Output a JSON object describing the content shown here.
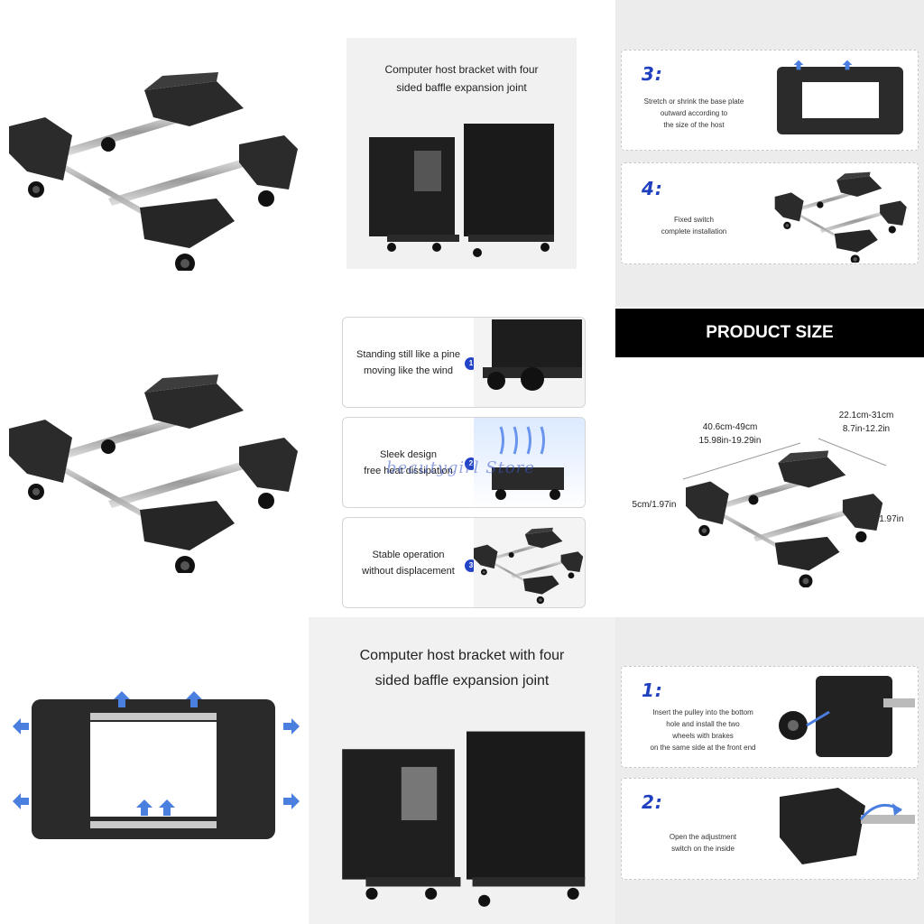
{
  "top_card": {
    "title_line1": "Computer host bracket with four",
    "title_line2": "sided baffle expansion joint"
  },
  "steps_top": [
    {
      "num": "3:",
      "text_line1": "Stretch or shrink the base plate",
      "text_line2": "outward according to",
      "text_line3": "the size of the host"
    },
    {
      "num": "4:",
      "text_line1": "Fixed switch",
      "text_line2": "complete installation"
    }
  ],
  "features": [
    {
      "badge": "1",
      "line1": "Standing still like a pine",
      "line2": "moving like the wind"
    },
    {
      "badge": "2",
      "line1": "Sleek design",
      "line2": "free heat dissipation"
    },
    {
      "badge": "3",
      "line1": "Stable operation",
      "line2": "without displacement"
    }
  ],
  "watermark": "beautygirl Store",
  "product_size": {
    "heading": "PRODUCT SIZE",
    "length_cm": "40.6cm-49cm",
    "length_in": "15.98in-19.29in",
    "width_cm": "22.1cm-31cm",
    "width_in": "8.7in-12.2in",
    "height_left": "5cm/1.97in",
    "height_right": "5cm/1.97in"
  },
  "bottom_card": {
    "title_line1": "Computer host bracket with four",
    "title_line2": "sided baffle expansion joint"
  },
  "steps_bottom": [
    {
      "num": "1:",
      "text_line1": "Insert the pulley into the bottom",
      "text_line2": "hole and install the two",
      "text_line3": "wheels with brakes",
      "text_line4": "on the same side at the front end"
    },
    {
      "num": "2:",
      "text_line1": "Open the adjustment",
      "text_line2": "switch on the inside"
    }
  ],
  "colors": {
    "accent_blue": "#1e3fbf",
    "arrow_blue": "#4a7fe0",
    "bar_black": "#000000"
  }
}
